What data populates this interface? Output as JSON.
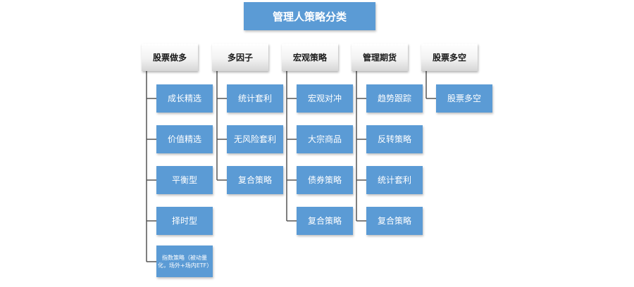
{
  "root": {
    "label": "管理人策略分类"
  },
  "categories": [
    {
      "label": "股票做多",
      "items": [
        "成长精选",
        "价值精选",
        "平衡型",
        "择时型",
        "指数策略（被动量化，场外+场内ETF）"
      ]
    },
    {
      "label": "多因子",
      "items": [
        "统计套利",
        "无风险套利",
        "复合策略"
      ]
    },
    {
      "label": "宏观策略",
      "items": [
        "宏观对冲",
        "大宗商品",
        "债券策略",
        "复合策略"
      ]
    },
    {
      "label": "管理期货",
      "items": [
        "趋势跟踪",
        "反转策略",
        "统计套利",
        "复合策略"
      ]
    },
    {
      "label": "股票多空",
      "items": [
        "股票多空"
      ]
    }
  ],
  "colors": {
    "leaf": "#5b9bd5",
    "connector": "#555555"
  }
}
